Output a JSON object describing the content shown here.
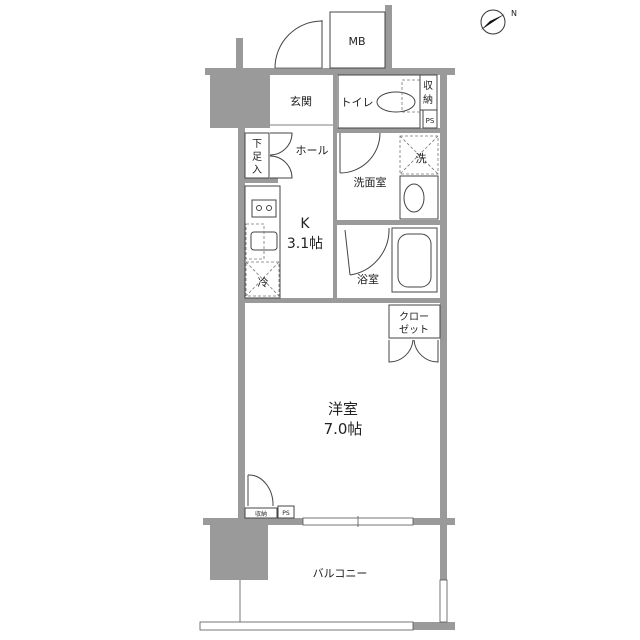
{
  "plan": {
    "compass_label": "N",
    "rooms": {
      "meter_box": "MB",
      "entrance": "玄関",
      "toilet": "トイレ",
      "storage_top_line1": "収",
      "storage_top_line2": "納",
      "ps_top": "PS",
      "shoe_box_line1": "下",
      "shoe_box_line2": "足",
      "shoe_box_line3": "入",
      "hall": "ホール",
      "washer": "洗",
      "washroom": "洗面室",
      "kitchen_name": "K",
      "kitchen_size": "3.1帖",
      "fridge": "冷",
      "bathroom": "浴室",
      "closet_line1": "クロー",
      "closet_line2": "ゼット",
      "western_room_name": "洋室",
      "western_room_size": "7.0帖",
      "storage_bottom": "収納",
      "ps_bottom": "PS",
      "balcony": "バルコニー"
    },
    "colors": {
      "wall": "#9a9a9a",
      "line": "#444444"
    }
  }
}
